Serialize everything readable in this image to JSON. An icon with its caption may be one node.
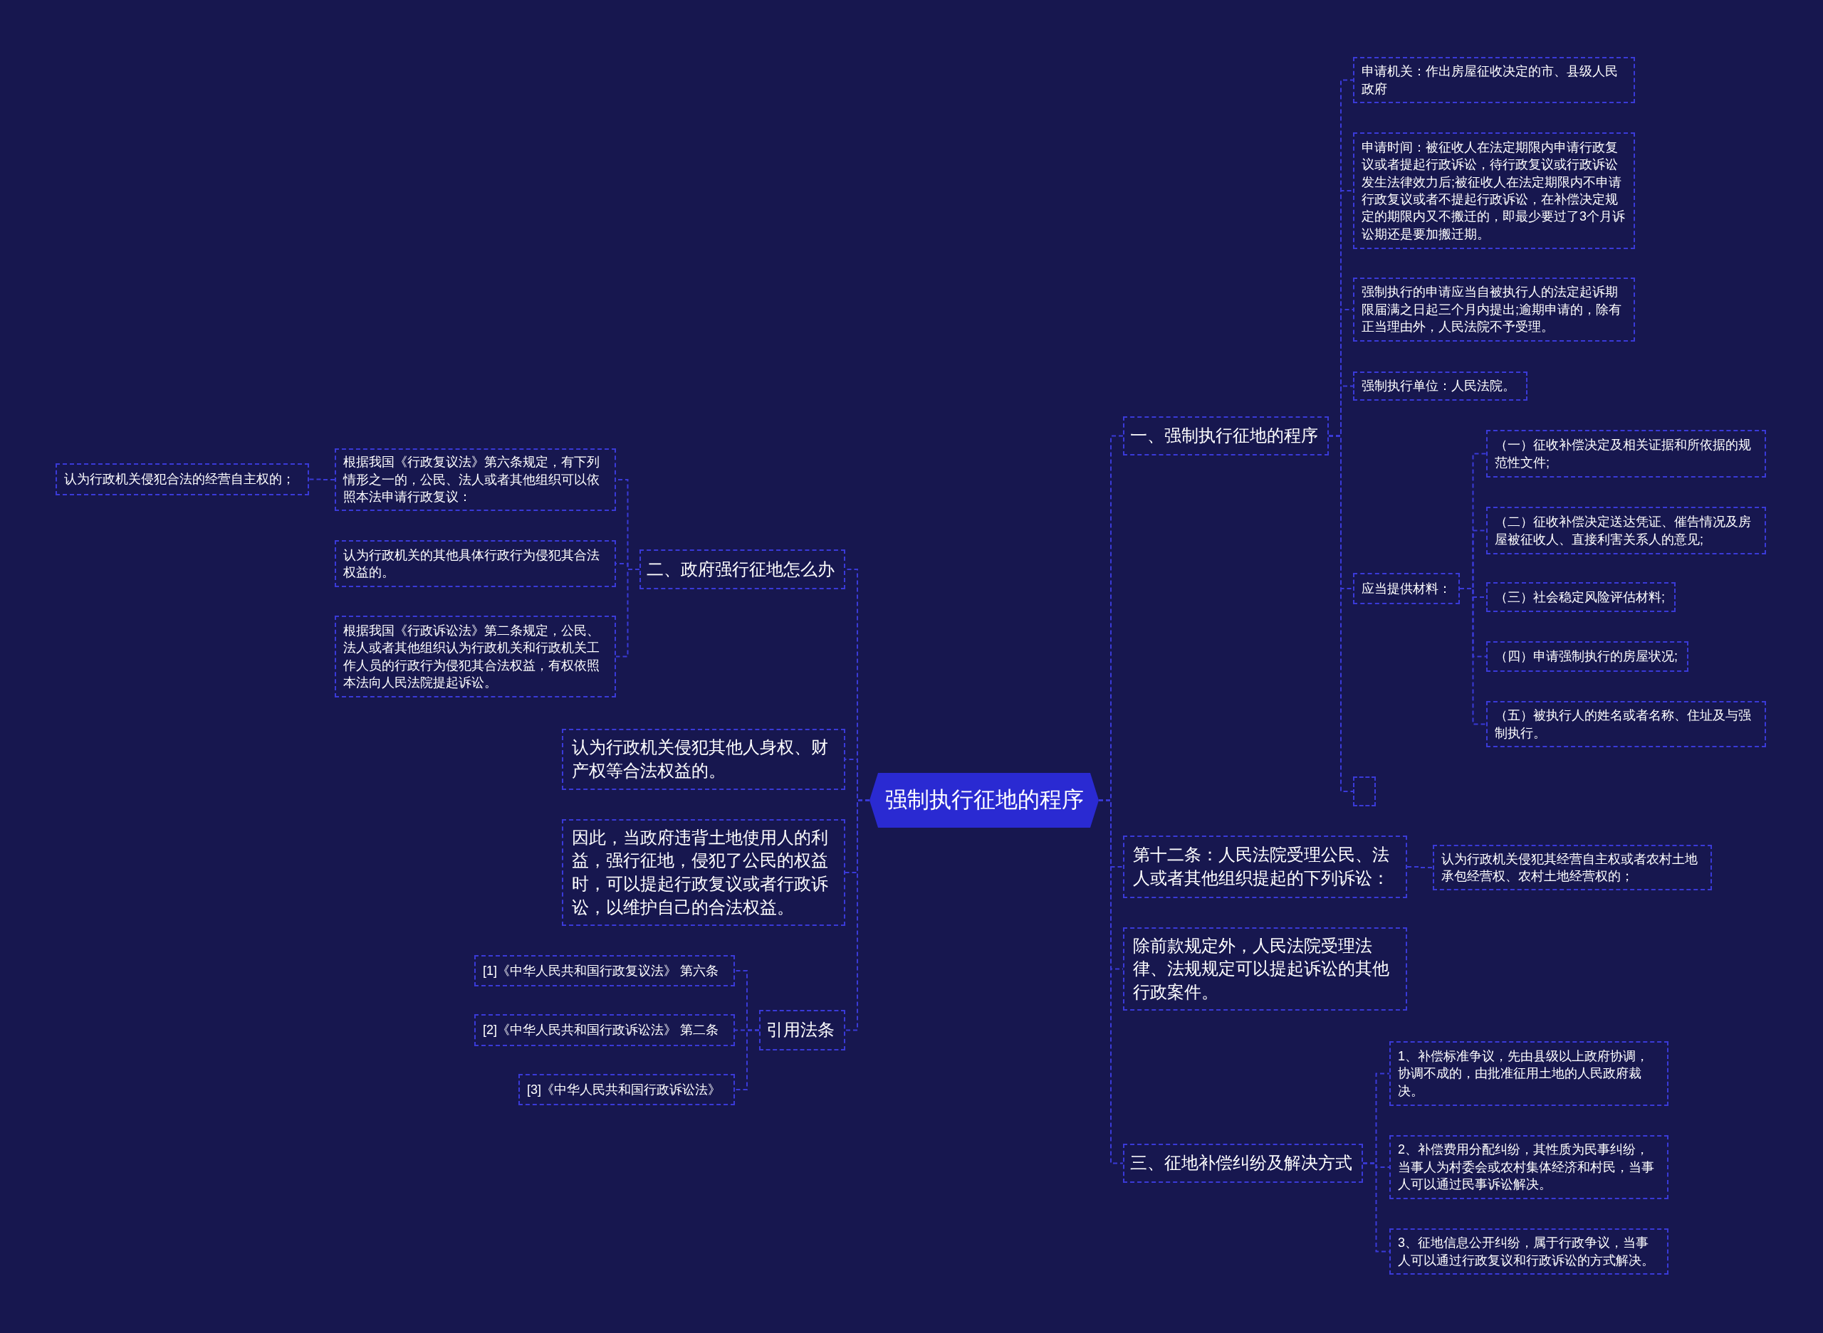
{
  "diagram": {
    "nodes": [
      {
        "text": [
          "强制执行征地的程序"
        ]
      },
      {
        "text": [
          "一、强制执行征地的程序"
        ]
      },
      {
        "text": [
          "申请机关：作出房屋征收决定的市、县级人民政府"
        ]
      },
      {
        "text": [
          "申请时间：被征收人在法定期限内申请行政复议或者提起行政诉讼，待行政复议或行政诉讼发生法律效力后;被征收人在法定期限内不申请行政复议或者不提起行政诉讼，在补偿决定规定的期限内又不搬迁的，即最少要过了3个月诉讼期还是要加搬迁期。"
        ]
      },
      {
        "text": [
          "强制执行的申请应当自被执行人的法定起诉期限届满之日起三个月内提出;逾期申请的，除有正当理由外，人民法院不予受理。"
        ]
      },
      {
        "text": [
          "强制执行单位：人民法院。"
        ]
      },
      {
        "text": [
          "应当提供材料："
        ]
      },
      {
        "text": [
          "（一）征收补偿决定及相关证据和所依据的规范性文件;"
        ]
      },
      {
        "text": [
          "（二）征收补偿决定送达凭证、催告情况及房屋被征收人、直接利害关系人的意见;"
        ]
      },
      {
        "text": [
          "（三）社会稳定风险评估材料;"
        ]
      },
      {
        "text": [
          "（四）申请强制执行的房屋状况;"
        ]
      },
      {
        "text": [
          "（五）被执行人的姓名或者名称、住址及与强制执行。"
        ]
      },
      {
        "text": [],
        "shape": "box"
      },
      {
        "text": [
          "第十二条：人民法院受理公民、法人或者其他组织提起的下列诉讼："
        ]
      },
      {
        "text": [
          "认为行政机关侵犯其经营自主权或者农村土地承包经营权、农村土地经营权的；"
        ]
      },
      {
        "text": [
          "除前款规定外，人民法院受理法律、法规规定可以提起诉讼的其他行政案件。"
        ]
      },
      {
        "text": [
          "三、征地补偿纠纷及解决方式"
        ]
      },
      {
        "text": [
          "1、补偿标准争议，先由县级以上政府协调，协调不成的，由批准征用土地的人民政府裁决。"
        ]
      },
      {
        "text": [
          "2、补偿费用分配纠纷，其性质为民事纠纷，当事人为村委会或农村集体经济和村民，当事人可以通过民事诉讼解决。"
        ]
      },
      {
        "text": [
          "3、征地信息公开纠纷，属于行政争议，当事人可以通过行政复议和行政诉讼的方式解决。"
        ]
      },
      {
        "text": [
          "二、政府强行征地怎么办"
        ]
      },
      {
        "text": [
          "根据我国《行政复议法》第六条规定，有下列情形之一的，公民、法人或者其他组织可以依照本法申请行政复议："
        ]
      },
      {
        "text": [
          "认为行政机关侵犯合法的经营自主权的；"
        ]
      },
      {
        "text": [
          "认为行政机关的其他具体行政行为侵犯其合法权益的。"
        ]
      },
      {
        "text": [
          "根据我国《行政诉讼法》第二条规定，公民、法人或者其他组织认为行政机关和行政机关工作人员的行政行为侵犯其合法权益，有权依照本法向人民法院提起诉讼。"
        ]
      },
      {
        "text": [
          "认为行政机关侵犯其他人身权、财产权等合法权益的。"
        ]
      },
      {
        "text": [
          "因此，当政府违背土地使用人的利益，强行征地，侵犯了公民的权益时，可以提起行政复议或者行政诉讼，以维护自己的合法权益。"
        ]
      },
      {
        "text": [
          "引用法条"
        ]
      },
      {
        "text": [
          "[1]《中华人民共和国行政复议法》 第六条"
        ]
      },
      {
        "text": [
          "[2]《中华人民共和国行政诉讼法》 第二条"
        ]
      },
      {
        "text": [
          "[3]《中华人民共和国行政诉讼法》"
        ]
      }
    ],
    "edges": [
      {
        "from": 0,
        "to": 1,
        "arrow": "none"
      },
      {
        "from": 1,
        "to": 2,
        "arrow": "none"
      },
      {
        "from": 1,
        "to": 3,
        "arrow": "none"
      },
      {
        "from": 1,
        "to": 4,
        "arrow": "none"
      },
      {
        "from": 1,
        "to": 5,
        "arrow": "none"
      },
      {
        "from": 1,
        "to": 6,
        "arrow": "none"
      },
      {
        "from": 6,
        "to": 7,
        "arrow": "none"
      },
      {
        "from": 6,
        "to": 8,
        "arrow": "none"
      },
      {
        "from": 6,
        "to": 9,
        "arrow": "none"
      },
      {
        "from": 6,
        "to": 10,
        "arrow": "none"
      },
      {
        "from": 6,
        "to": 11,
        "arrow": "none"
      },
      {
        "from": 1,
        "to": 12,
        "arrow": "none"
      },
      {
        "from": 0,
        "to": 13,
        "arrow": "none"
      },
      {
        "from": 13,
        "to": 14,
        "arrow": "none"
      },
      {
        "from": 0,
        "to": 15,
        "arrow": "none"
      },
      {
        "from": 0,
        "to": 16,
        "arrow": "none"
      },
      {
        "from": 16,
        "to": 17,
        "arrow": "none"
      },
      {
        "from": 16,
        "to": 18,
        "arrow": "none"
      },
      {
        "from": 16,
        "to": 19,
        "arrow": "none"
      },
      {
        "from": 0,
        "to": 20,
        "arrow": "none"
      },
      {
        "from": 20,
        "to": 21,
        "arrow": "none"
      },
      {
        "from": 21,
        "to": 22,
        "arrow": "none"
      },
      {
        "from": 20,
        "to": 23,
        "arrow": "none"
      },
      {
        "from": 20,
        "to": 24,
        "arrow": "none"
      },
      {
        "from": 0,
        "to": 25,
        "arrow": "none"
      },
      {
        "from": 0,
        "to": 26,
        "arrow": "none"
      },
      {
        "from": 0,
        "to": 27,
        "arrow": "none"
      },
      {
        "from": 27,
        "to": 28,
        "arrow": "none"
      },
      {
        "from": 27,
        "to": 29,
        "arrow": "none"
      },
      {
        "from": 27,
        "to": 30,
        "arrow": "none"
      }
    ]
  }
}
